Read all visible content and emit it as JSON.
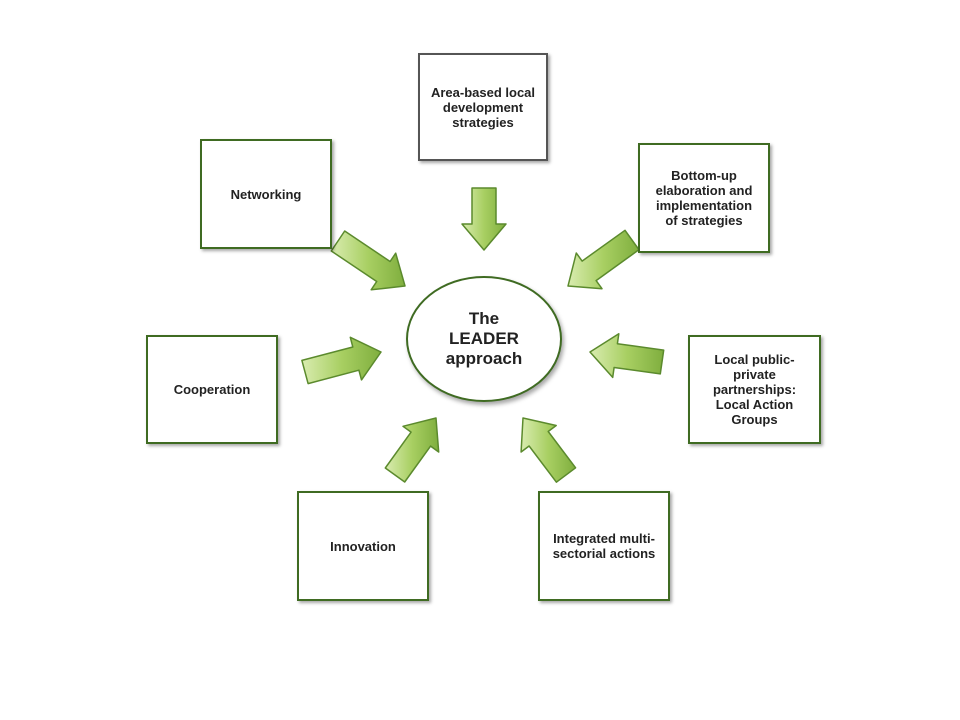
{
  "diagram": {
    "center": {
      "label": "The\nLEADER\napproach"
    },
    "nodes": [
      {
        "id": "area-based",
        "label": "Area-based local\ndevelopment\nstrategies"
      },
      {
        "id": "bottom-up",
        "label": "Bottom-up\nelaboration and\nimplementation\nof strategies"
      },
      {
        "id": "partnerships",
        "label": "Local public-\nprivate\npartnerships:\nLocal Action\nGroups"
      },
      {
        "id": "integrated",
        "label": "Integrated multi-\nsectorial actions"
      },
      {
        "id": "innovation",
        "label": "Innovation"
      },
      {
        "id": "cooperation",
        "label": "Cooperation"
      },
      {
        "id": "networking",
        "label": "Networking"
      }
    ]
  },
  "colors": {
    "arrow_fill_light": "#d9ecb0",
    "arrow_fill": "#9cc45a",
    "arrow_stroke": "#5b8a2d",
    "box_border": "#3f6b22"
  }
}
